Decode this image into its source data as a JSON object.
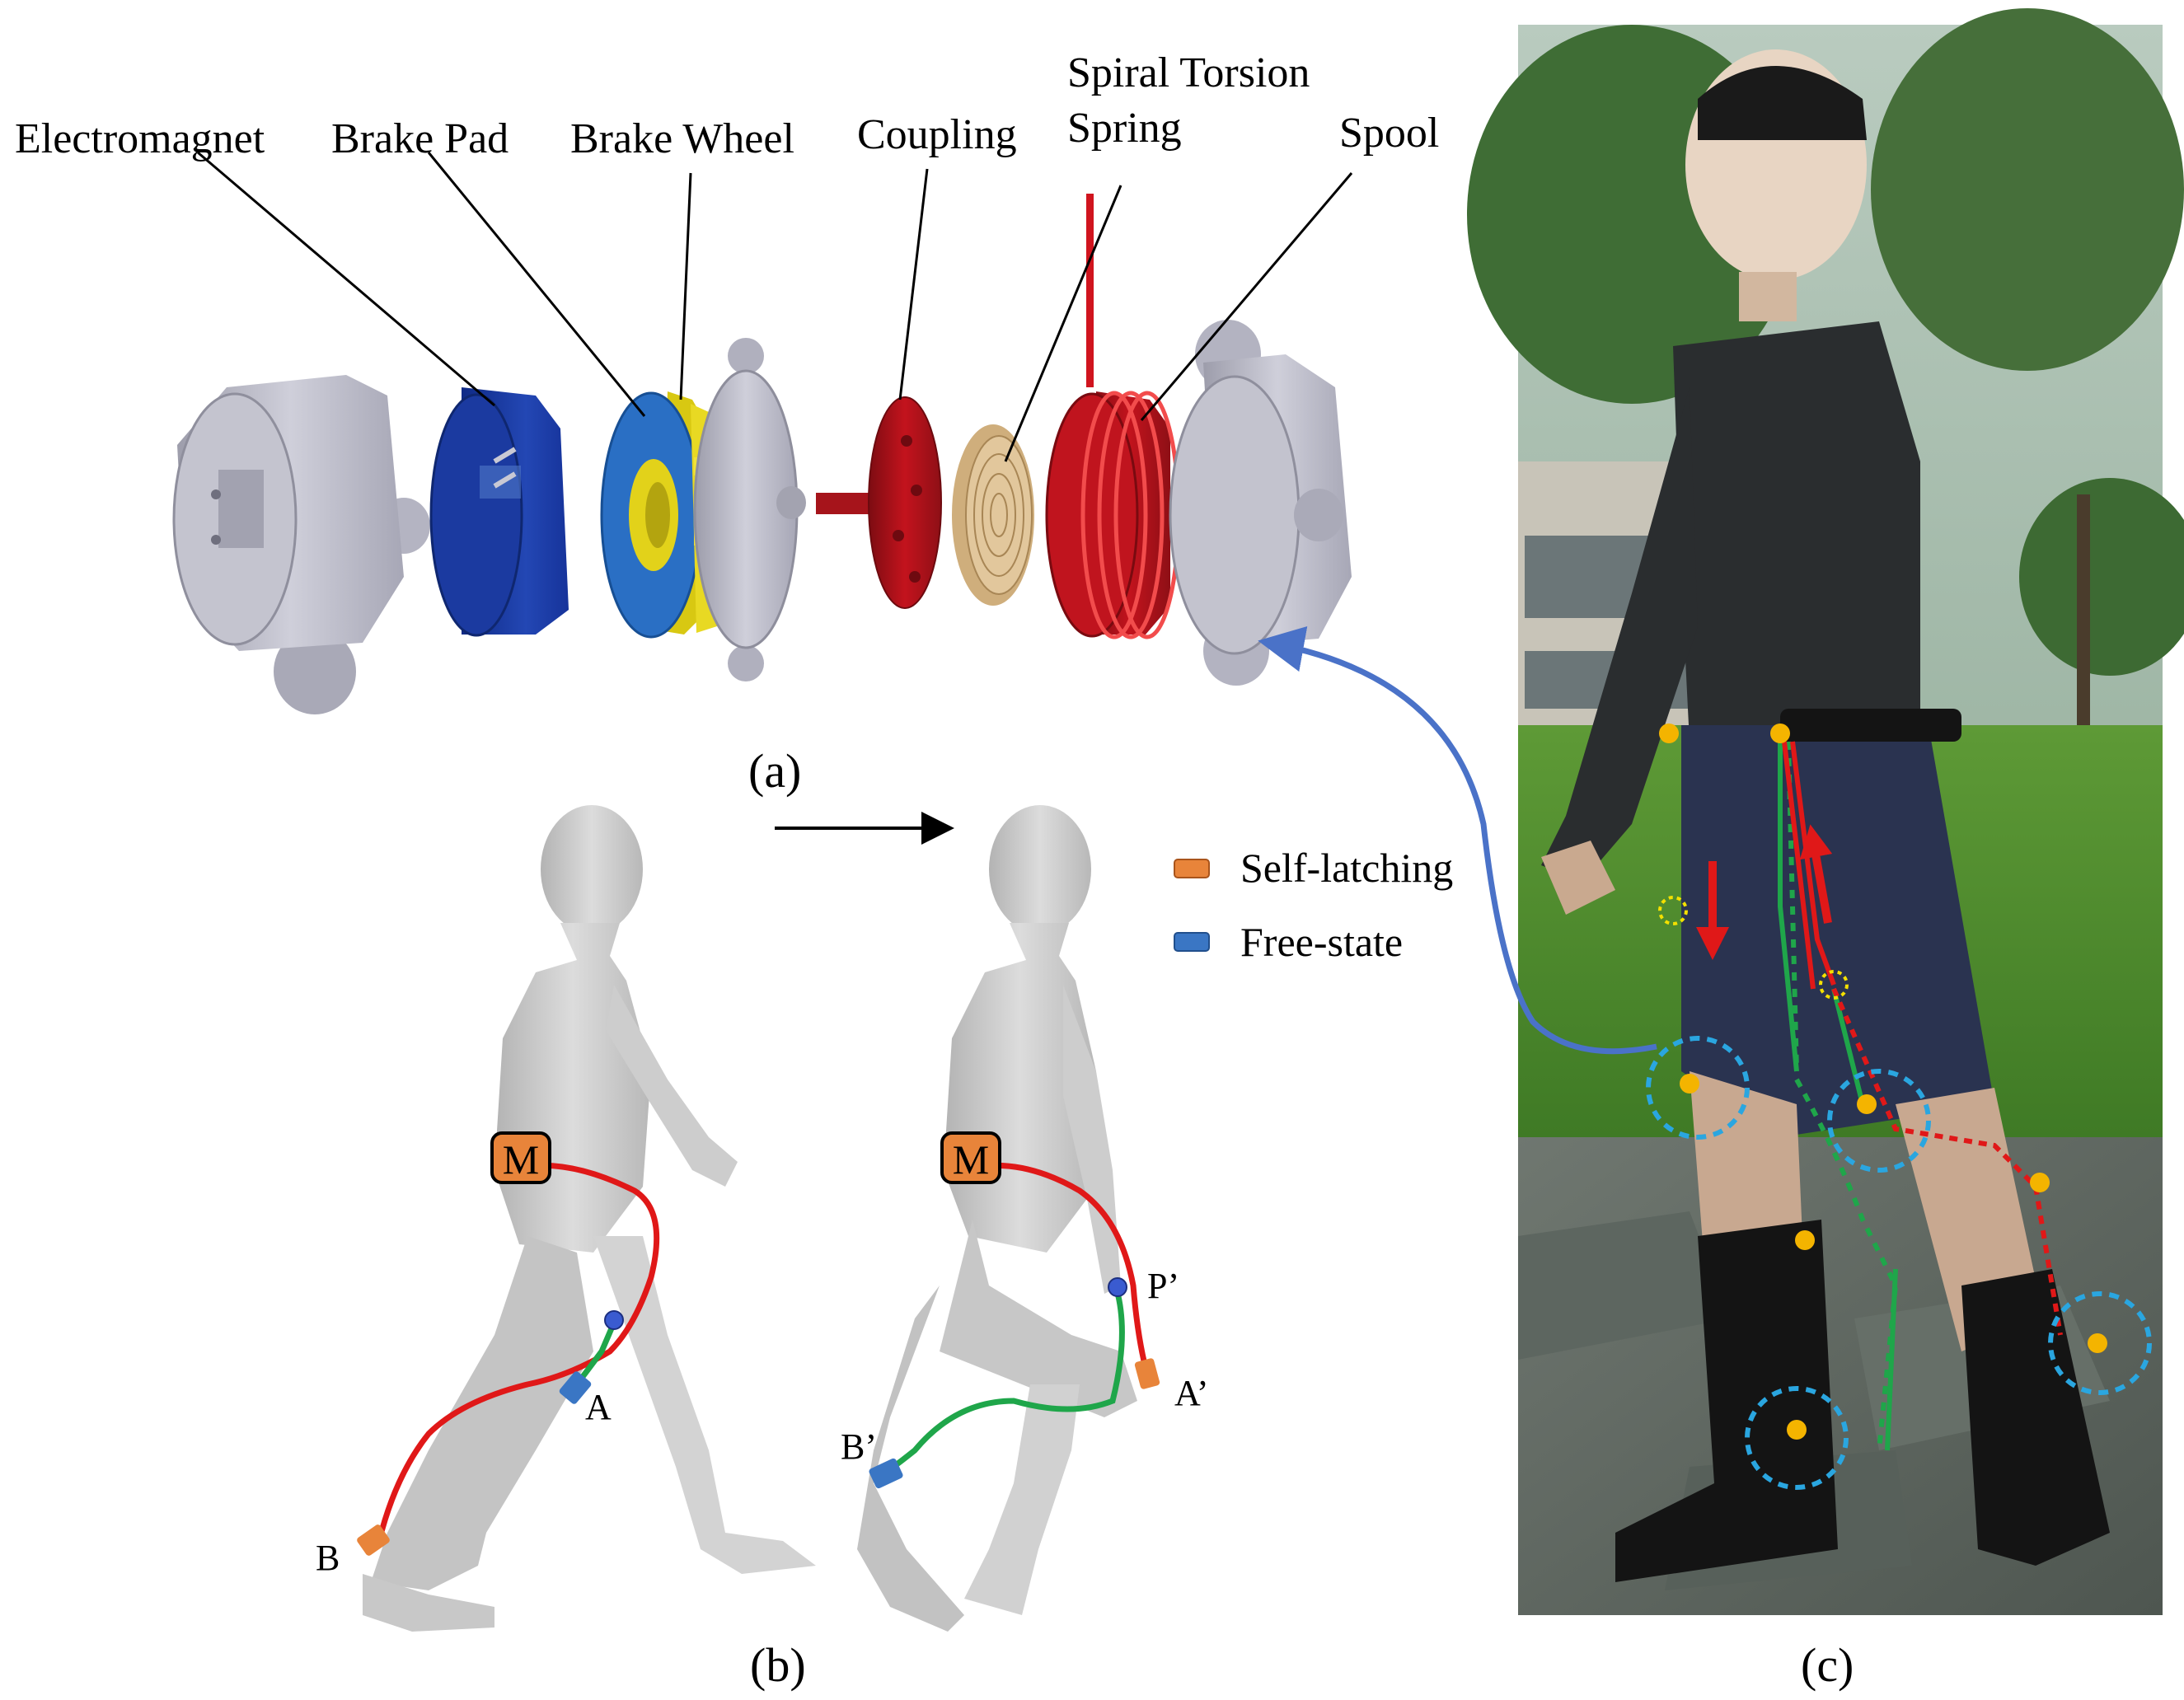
{
  "panel_a": {
    "caption": "(a)",
    "labels": {
      "electromagnet": "Electromagnet",
      "brake_pad": "Brake Pad",
      "brake_wheel": "Brake Wheel",
      "coupling": "Coupling",
      "spring_line1": "Spiral Torsion",
      "spring_line2": "Spring",
      "spool": "Spool"
    },
    "colors": {
      "housing": "#b9b9c6",
      "electromagnet": "#1f3fa6",
      "brake_pad": "#2a6fc4",
      "brake_wheel": "#e2d21a",
      "coupling": "#b01820",
      "spring": "#d7b889",
      "spool": "#c3131d"
    }
  },
  "panel_b": {
    "caption": "(b)",
    "motor_label": "M",
    "legend": {
      "latching": "Self-latching",
      "free": "Free-state"
    },
    "points": {
      "a": "A",
      "b": "B",
      "a_prime": "A’",
      "b_prime": "B’",
      "p_prime": "P’"
    },
    "colors": {
      "latching": "#e8843a",
      "free": "#3a76c4",
      "cable_red": "#e01818",
      "cable_green": "#1fa64a",
      "body": "#c9c9c9"
    }
  },
  "panel_c": {
    "caption": "(c)",
    "colors": {
      "connector": "#4a72c8",
      "marker": "#f4b400",
      "ring": "#2aa6e0",
      "grass": "#4d8a2c"
    }
  }
}
